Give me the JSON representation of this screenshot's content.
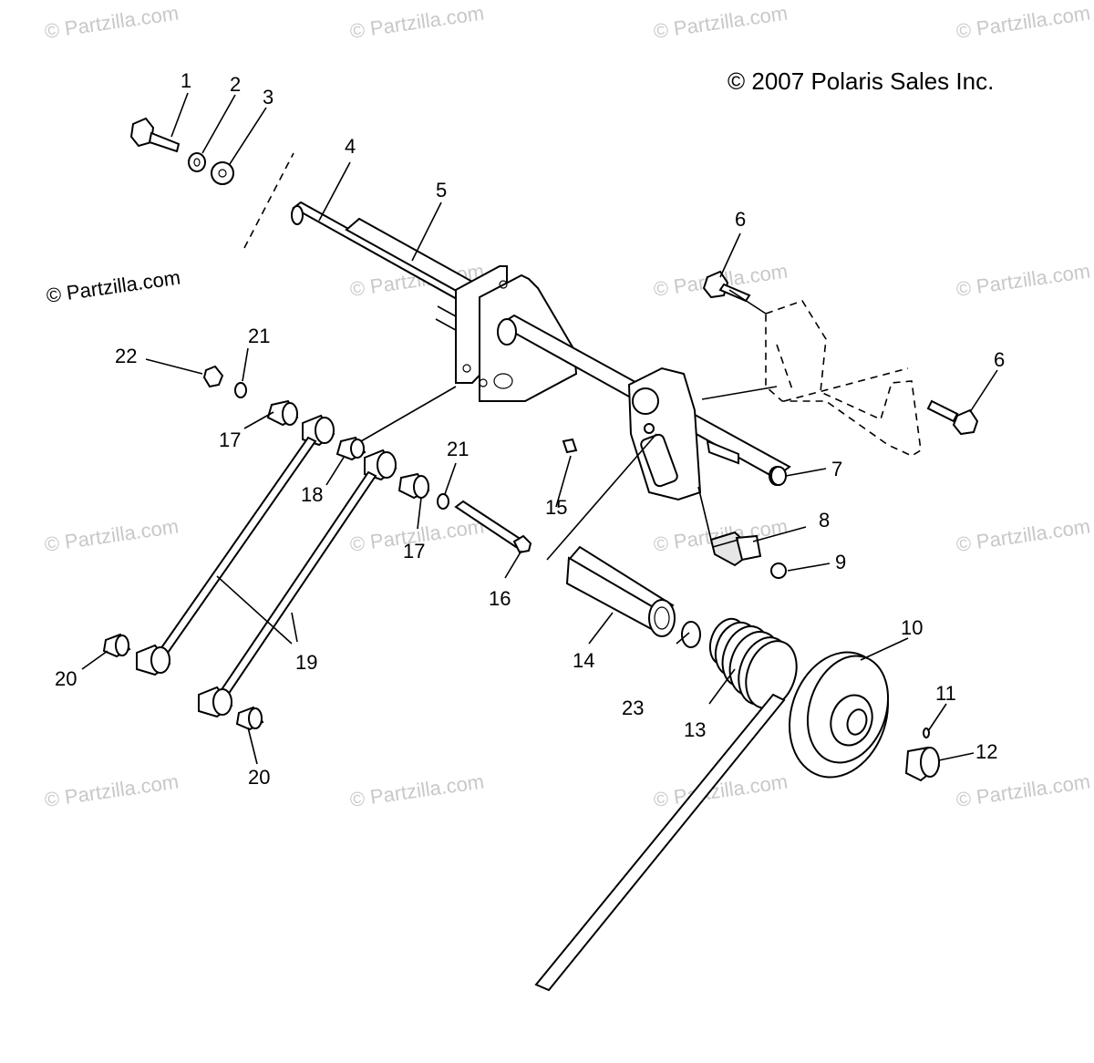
{
  "copyright": "© 2007 Polaris Sales Inc.",
  "watermark": "© Partzilla.com",
  "callouts": {
    "c1": "1",
    "c2": "2",
    "c3": "3",
    "c4": "4",
    "c5": "5",
    "c6a": "6",
    "c6b": "6",
    "c7": "7",
    "c8": "8",
    "c9": "9",
    "c10": "10",
    "c11": "11",
    "c12": "12",
    "c13": "13",
    "c14": "14",
    "c15": "15",
    "c16": "16",
    "c17a": "17",
    "c17b": "17",
    "c18": "18",
    "c19": "19",
    "c20a": "20",
    "c20b": "20",
    "c21a": "21",
    "c21b": "21",
    "c22": "22",
    "c23": "23"
  }
}
